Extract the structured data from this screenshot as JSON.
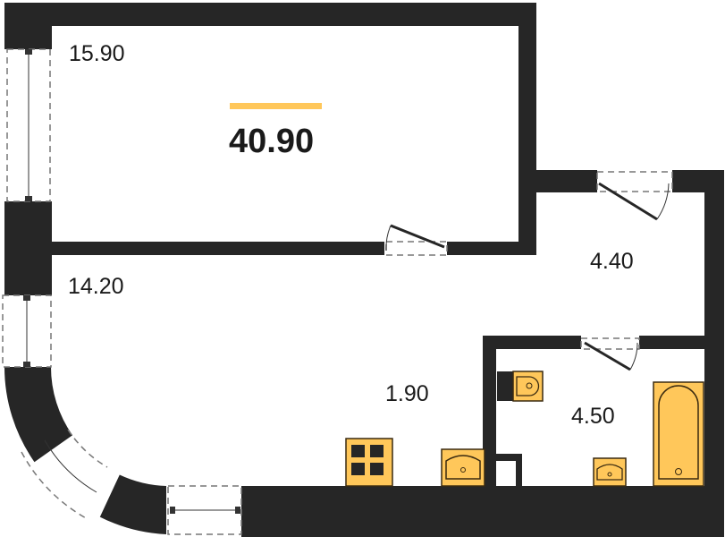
{
  "plan": {
    "total_area": "40.90",
    "rooms": [
      {
        "id": "room",
        "area": "15.90"
      },
      {
        "id": "kitchen-living",
        "area": "14.20"
      },
      {
        "id": "hall",
        "area": "4.40"
      },
      {
        "id": "corridor",
        "area": "1.90"
      },
      {
        "id": "bathroom",
        "area": "4.50"
      }
    ],
    "colors": {
      "wall": "#262626",
      "fixture": "#ffc75a",
      "accent": "#ffc75a"
    }
  }
}
